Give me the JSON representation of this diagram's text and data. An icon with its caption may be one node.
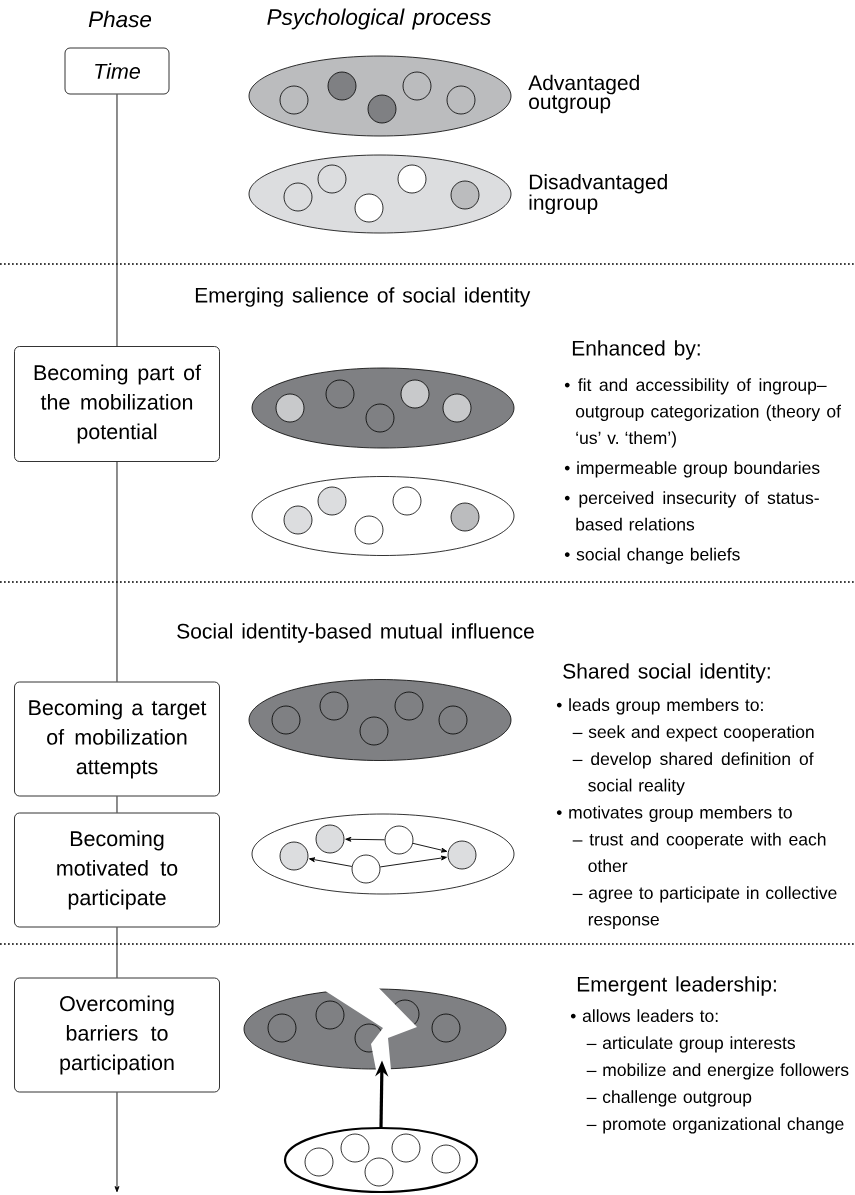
{
  "diagram": {
    "nodes": [
      {
        "text": [
          "Time"
        ]
      },
      {
        "text": [],
        "shape": "ellipse",
        "beside": [
          "Advantaged outgroup"
        ]
      },
      {
        "text": [],
        "shape": "ellipse",
        "beside": [
          "Disadvantaged ingroup"
        ]
      },
      {
        "text": [
          "Becoming part of the mobilization potential"
        ]
      },
      {
        "text": [],
        "shape": "ellipse"
      },
      {
        "text": [],
        "shape": "ellipse"
      },
      {
        "text": [
          "Becoming a target of mobilization attempts"
        ]
      },
      {
        "text": [],
        "shape": "ellipse"
      },
      {
        "text": [
          "Becoming motivated to participate"
        ]
      },
      {
        "text": [],
        "shape": "ellipse"
      },
      {
        "text": [],
        "shape": "circle",
        "in": 9
      },
      {
        "text": [],
        "shape": "circle",
        "in": 9
      },
      {
        "text": [],
        "shape": "circle",
        "in": 9
      },
      {
        "text": [],
        "shape": "circle",
        "in": 9
      },
      {
        "text": [],
        "shape": "circle",
        "in": 9
      },
      {
        "text": [
          "Overcoming barriers to participation"
        ]
      },
      {
        "text": [],
        "shape": "ellipse"
      },
      {
        "text": [],
        "shape": "ellipse"
      }
    ],
    "edges": [
      {
        "from": 0,
        "to": 3,
        "arrow": "none"
      },
      {
        "from": 3,
        "to": 6,
        "arrow": "none"
      },
      {
        "from": 6,
        "to": 8,
        "arrow": "none"
      },
      {
        "from": 8,
        "to": 15,
        "arrow": "none"
      },
      {
        "from": 15,
        "to": null,
        "arrow": "to"
      },
      {
        "from": 13,
        "to": 11,
        "arrow": "to"
      },
      {
        "from": 13,
        "to": 14,
        "arrow": "to"
      },
      {
        "from": 12,
        "to": 10,
        "arrow": "to"
      },
      {
        "from": 12,
        "to": 14,
        "arrow": "to"
      },
      {
        "from": 17,
        "to": 16,
        "arrow": "to",
        "style": "thick"
      }
    ],
    "labels": [
      "Phase",
      "Psychological process",
      "Emerging salience of social identity",
      "Enhanced by:",
      "• fit and accessibility of ingroup–outgroup categorization (theory of ‘us’ v. ‘them’)",
      "• impermeable group boundaries",
      "• perceived insecurity of status-based relations",
      "• social change beliefs",
      "Social identity-based mutual influence",
      "Shared social identity:",
      "• leads group members to:",
      "– seek and expect cooperation",
      "– develop shared definition of social reality",
      "• motivates group members to",
      "– trust and cooperate with each other",
      "– agree to participate in collective response",
      "Emergent leadership:",
      "• allows leaders to:",
      "– articulate group interests",
      "– mobilize and energize followers",
      "– challenge outgroup",
      "– promote organizational change"
    ]
  }
}
